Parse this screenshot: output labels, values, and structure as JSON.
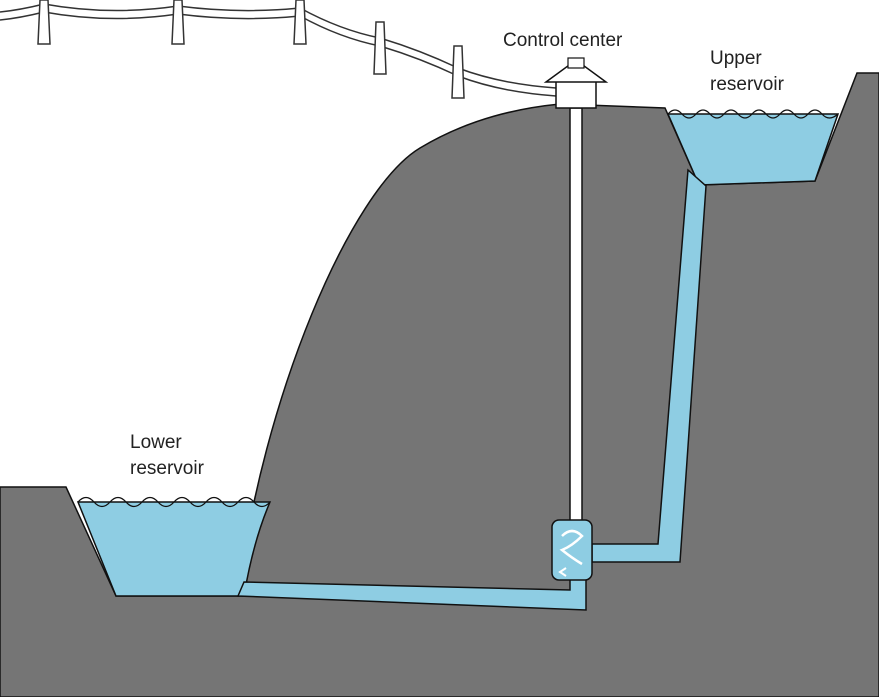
{
  "labels": {
    "control_center": "Control center",
    "upper_reservoir": [
      "Upper",
      "reservoir"
    ],
    "lower_reservoir": [
      "Lower",
      "reservoir"
    ]
  },
  "colors": {
    "rock": "#757575",
    "water": "#8ecde3",
    "outline": "#111111",
    "building": "#ffffff"
  },
  "icons": {
    "turbine": "turbine-icon",
    "control_building": "building-icon",
    "power_line": "power-line-icon"
  }
}
